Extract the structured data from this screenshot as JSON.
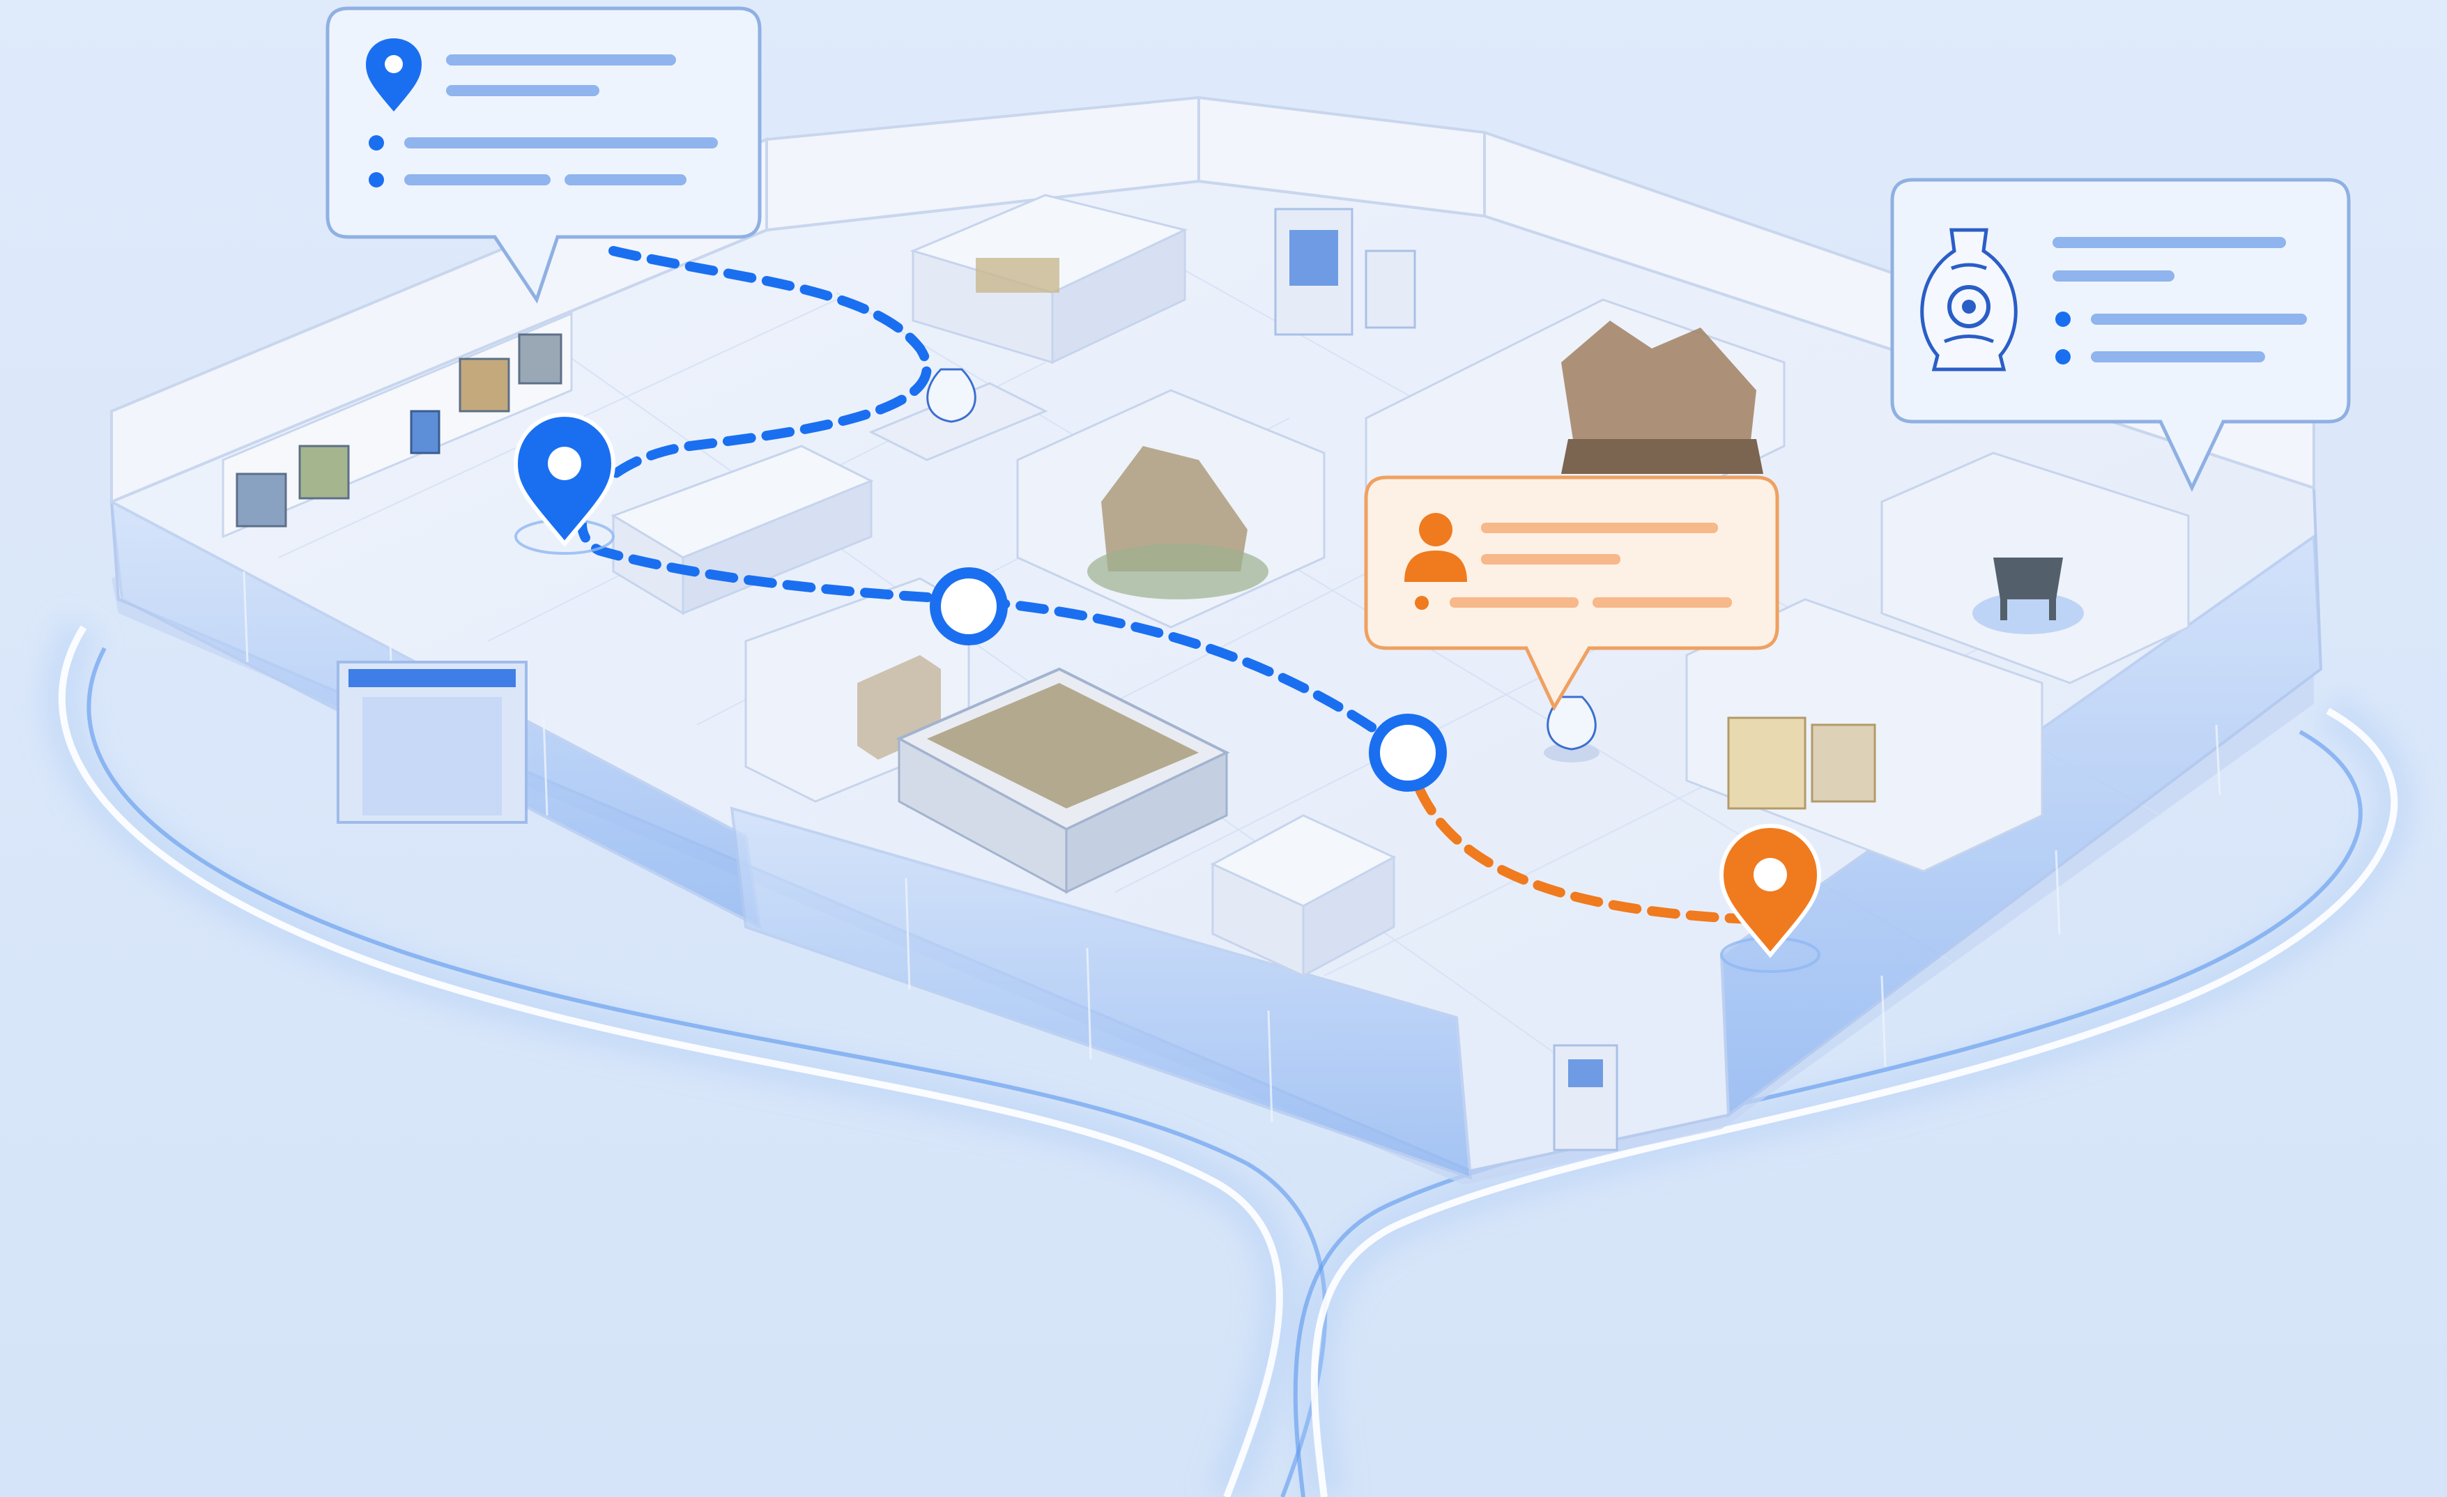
{
  "scene": {
    "subject": "isometric-museum-floor-plan",
    "colors": {
      "background": "#dbe8fa",
      "route_blue": "#1a6ff0",
      "route_orange": "#f07a1e",
      "wall": "#eef2fa",
      "wall_shadow": "#c9d6ee",
      "glass": "#9ec0f4",
      "callout_blue_border": "#8fb0e2",
      "callout_orange_border": "#f0a060",
      "callout_orange_fill": "#fdf1e6"
    },
    "icons": {
      "start_pin": "map-pin-icon",
      "end_pin": "map-pin-icon",
      "waypoint": "circle-waypoint-icon",
      "callout_left": "map-pin-icon",
      "callout_center": "person-icon",
      "callout_right": "vase-icon"
    },
    "route": {
      "waypoint_count": 2,
      "segments": [
        "blue-dashed",
        "orange-dashed"
      ]
    }
  }
}
